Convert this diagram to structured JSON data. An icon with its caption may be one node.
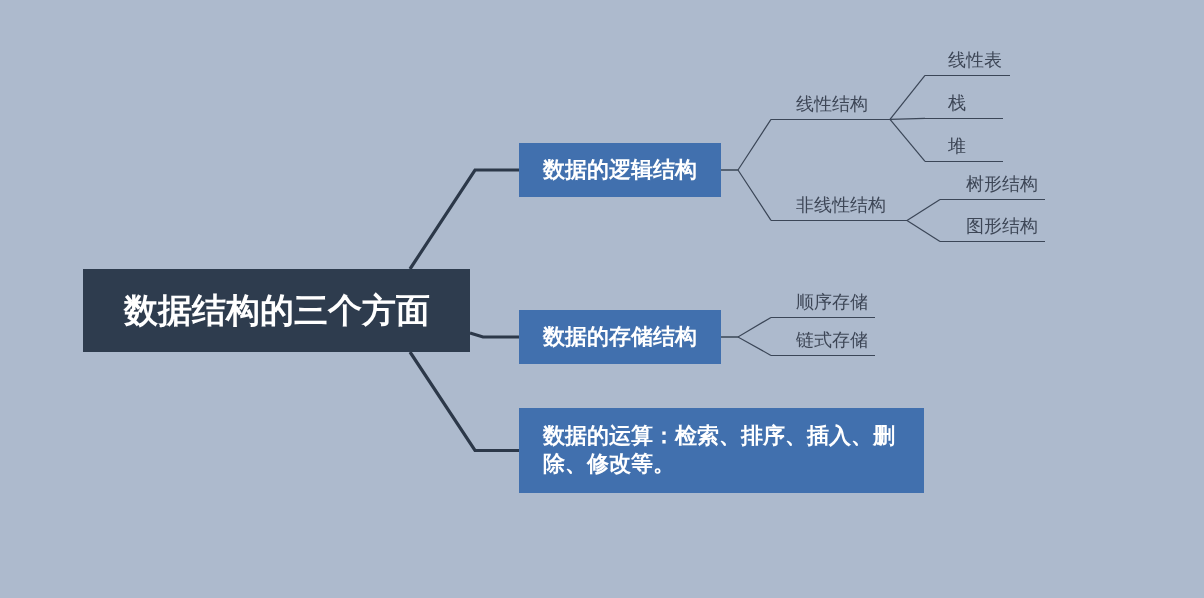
{
  "diagram": {
    "nodes": [
      {
        "text": [
          "数据结构的三个方面"
        ]
      },
      {
        "text": [
          "数据的逻辑结构"
        ]
      },
      {
        "text": [
          "线性结构"
        ]
      },
      {
        "text": [
          "线性表"
        ]
      },
      {
        "text": [
          "栈"
        ]
      },
      {
        "text": [
          "堆"
        ]
      },
      {
        "text": [
          "非线性结构"
        ]
      },
      {
        "text": [
          "树形结构"
        ]
      },
      {
        "text": [
          "图形结构"
        ]
      },
      {
        "text": [
          "数据的存储结构"
        ]
      },
      {
        "text": [
          "顺序存储"
        ]
      },
      {
        "text": [
          "链式存储"
        ]
      },
      {
        "text": [
          "数据的运算：检索、排序、插入、删除、修改等。"
        ]
      }
    ],
    "edges": [
      {
        "from": 0,
        "to": 1,
        "arrow": "none",
        "style": "thick"
      },
      {
        "from": 1,
        "to": 2,
        "arrow": "none"
      },
      {
        "from": 2,
        "to": 3,
        "arrow": "none"
      },
      {
        "from": 2,
        "to": 4,
        "arrow": "none"
      },
      {
        "from": 2,
        "to": 5,
        "arrow": "none"
      },
      {
        "from": 1,
        "to": 6,
        "arrow": "none"
      },
      {
        "from": 6,
        "to": 7,
        "arrow": "none"
      },
      {
        "from": 6,
        "to": 8,
        "arrow": "none"
      },
      {
        "from": 0,
        "to": 9,
        "arrow": "none",
        "style": "thick"
      },
      {
        "from": 9,
        "to": 10,
        "arrow": "none"
      },
      {
        "from": 9,
        "to": 11,
        "arrow": "none"
      },
      {
        "from": 0,
        "to": 12,
        "arrow": "none",
        "style": "thick"
      }
    ]
  }
}
